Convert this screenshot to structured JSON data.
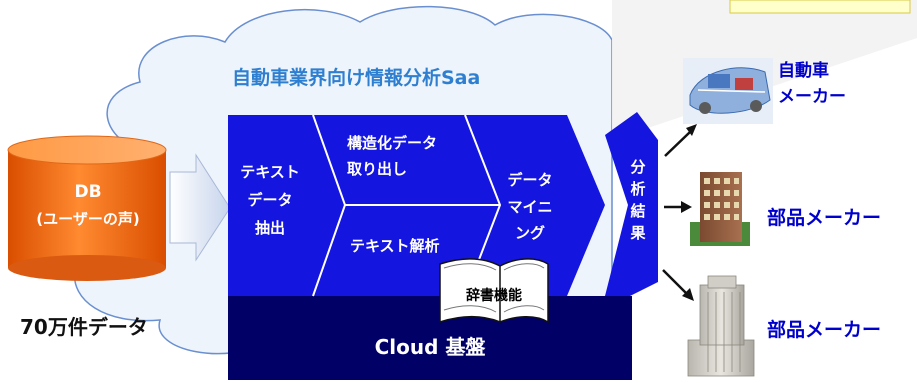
{
  "title": "自動車業界向け情報分析Saa",
  "db": {
    "line1": "DB",
    "line2": "(ユーザーの声)"
  },
  "data_volume": "70万件データ",
  "process": {
    "text_extract": [
      "テキスト",
      "データ",
      "抽出"
    ],
    "structured_extract": [
      "構造化データ",
      "取り出し"
    ],
    "text_analysis": "テキスト解析",
    "data_mining": [
      "データ",
      "マイニ",
      "ング"
    ],
    "dictionary": "辞書機能"
  },
  "platform": "Cloud 基盤",
  "result": [
    "分",
    "析",
    "結",
    "果"
  ],
  "targets": {
    "auto": [
      "自動車",
      "メーカー"
    ],
    "parts1": "部品メーカー",
    "parts2": "部品メーカー"
  },
  "colors": {
    "title": "#2f7fd0",
    "process_blue": "#1515e0",
    "platform_navy": "#000066",
    "db_orange": "#f06a10",
    "target_text": "#0000cc",
    "cloud_fill": "#eef4fc",
    "cloud_stroke": "#6a8fd0"
  }
}
